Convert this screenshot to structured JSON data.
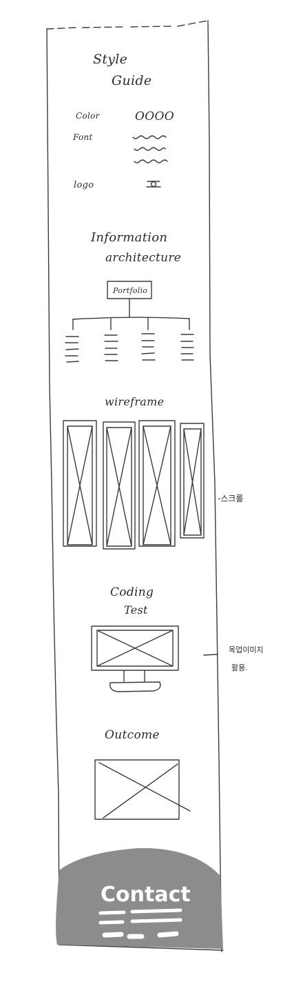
{
  "sections": {
    "style_guide": {
      "title_line1": "Style",
      "title_line2": "Guide",
      "color_label": "Color",
      "color_circles": "OOOO",
      "font_label": "Font",
      "logo_label": "logo"
    },
    "information_architecture": {
      "title_line1": "Information",
      "title_line2": "architecture",
      "root_node": "Portfolio"
    },
    "wireframe": {
      "title": "wireframe",
      "side_note": "-스크롤"
    },
    "coding_test": {
      "title_line1": "Coding",
      "title_line2": "Test",
      "side_note_line1": "목업이미지",
      "side_note_line2": "활용."
    },
    "outcome": {
      "title": "Outcome"
    },
    "contact": {
      "title": "Contact",
      "fill_color": "#8c8c8c"
    }
  }
}
